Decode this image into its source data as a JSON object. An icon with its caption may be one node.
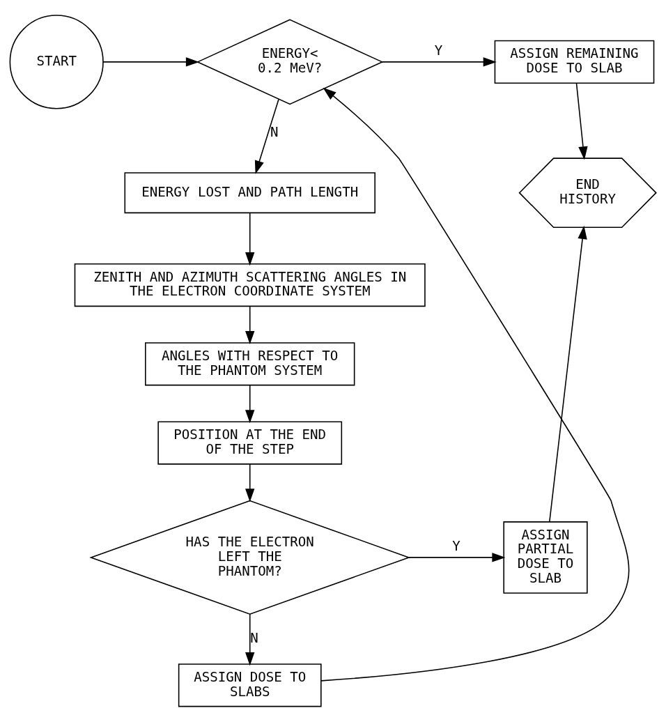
{
  "diagram": {
    "nodes": [
      {
        "text": [
          "START"
        ]
      },
      {
        "text": [
          "ENERGY< 0.2 MeV?"
        ]
      },
      {
        "text": [
          "ASSIGN REMAINING DOSE TO SLAB"
        ]
      },
      {
        "text": [
          "ENERGY LOST AND PATH LENGTH"
        ]
      },
      {
        "text": [
          "ZENITH AND AZIMUTH SCATTERING ANGLES IN THE ELECTRON COORDINATE SYSTEM"
        ]
      },
      {
        "text": [
          "ANGLES WITH RESPECT TO THE PHANTOM SYSTEM"
        ]
      },
      {
        "text": [
          "POSITION AT THE END OF THE STEP"
        ]
      },
      {
        "text": [
          "HAS THE ELECTRON LEFT THE PHANTOM?"
        ]
      },
      {
        "text": [
          "END HISTORY"
        ]
      },
      {
        "text": [
          "ASSIGN PARTIAL DOSE TO SLAB"
        ]
      },
      {
        "text": [
          "ASSIGN DOSE TO SLABS"
        ]
      }
    ],
    "edges": [
      {
        "from": 0,
        "to": 1,
        "arrow": "to"
      },
      {
        "from": 1,
        "to": 2,
        "arrow": "to",
        "label": "Y"
      },
      {
        "from": 1,
        "to": 3,
        "arrow": "to",
        "label": "N"
      },
      {
        "from": 3,
        "to": 4,
        "arrow": "to"
      },
      {
        "from": 4,
        "to": 5,
        "arrow": "to"
      },
      {
        "from": 5,
        "to": 6,
        "arrow": "to"
      },
      {
        "from": 6,
        "to": 7,
        "arrow": "to"
      },
      {
        "from": 7,
        "to": 9,
        "arrow": "to",
        "label": "Y"
      },
      {
        "from": 7,
        "to": 10,
        "arrow": "to",
        "label": "N"
      },
      {
        "from": 10,
        "to": 1,
        "arrow": "to"
      },
      {
        "from": 2,
        "to": 8,
        "arrow": "to"
      },
      {
        "from": 9,
        "to": 8,
        "arrow": "to"
      }
    ]
  }
}
